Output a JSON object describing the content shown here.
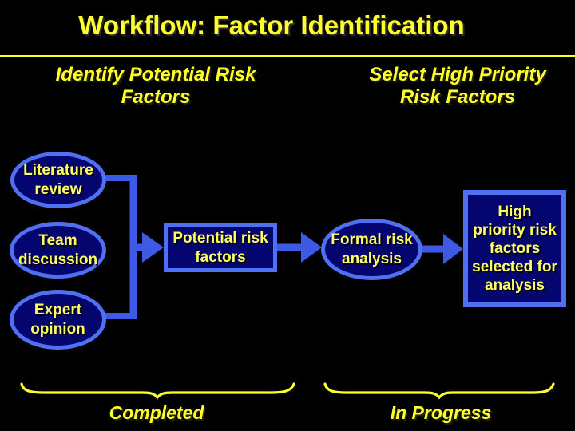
{
  "slide": {
    "title": "Workflow: Factor Identification",
    "columns": [
      {
        "heading": "Identify Potential Risk\nFactors",
        "status_label": "Completed"
      },
      {
        "heading": "Select High Priority\nRisk Factors",
        "status_label": "In Progress"
      }
    ],
    "nodes": {
      "sources": [
        {
          "label": "Literature\nreview",
          "shape": "ellipse"
        },
        {
          "label": "Team\ndiscussion",
          "shape": "ellipse"
        },
        {
          "label": "Expert\nopinion",
          "shape": "ellipse"
        }
      ],
      "potential": {
        "label": "Potential risk\nfactors",
        "shape": "rect"
      },
      "formal": {
        "label": "Formal risk\nanalysis",
        "shape": "ellipse"
      },
      "selected": {
        "label": "High\npriority risk\nfactors\nselected for\nanalysis",
        "shape": "rect"
      }
    },
    "colors": {
      "background": "#000000",
      "title_yellow": "#FFFF2D",
      "node_text_yellow": "#FFFF64",
      "node_fill_navy": "#050570",
      "node_border_blue": "#5070F2",
      "connector_blue": "#3C5AE6",
      "brace_yellow": "#FFFF2D"
    }
  }
}
